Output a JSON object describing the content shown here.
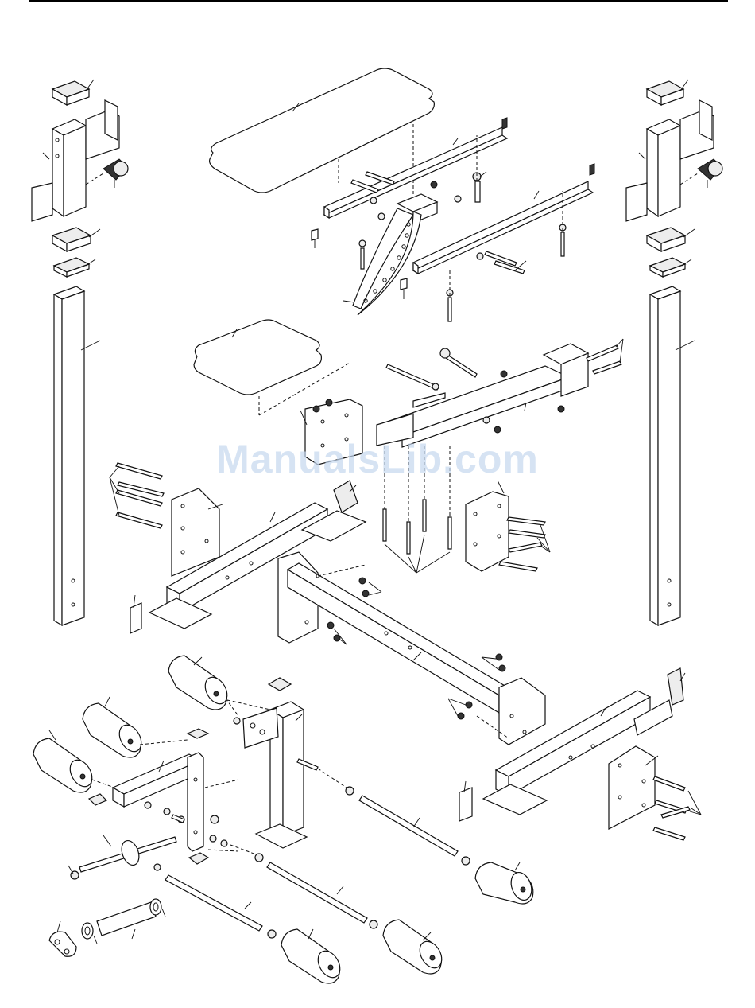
{
  "diagram": {
    "kind": "exploded-view",
    "colors": {
      "line": "#111111",
      "background": "#ffffff",
      "watermark": "#c5d8ef"
    },
    "parts": [
      "seat-pad",
      "backrest-pad",
      "left-upright-sleeve",
      "right-upright-sleeve",
      "left-upright-post",
      "right-upright-post",
      "seat-rails",
      "seat-bracket",
      "main-frame",
      "front-stabilizer",
      "rear-stabilizer",
      "leg-lever",
      "leg-post",
      "foam-rollers",
      "roller-tubes",
      "plates-and-bolts"
    ]
  },
  "watermark": {
    "text": "ManualsLib.com"
  }
}
